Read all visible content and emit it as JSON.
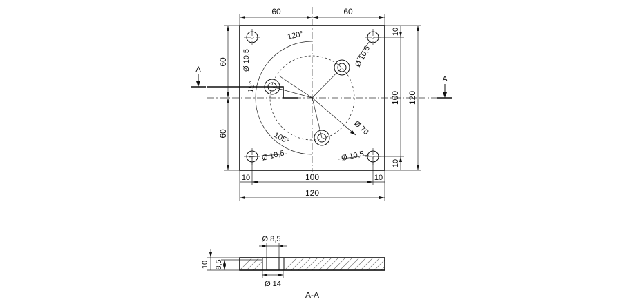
{
  "top_view": {
    "dim_top_left": "60",
    "dim_top_right": "60",
    "dim_left_upper": "60",
    "dim_left_lower": "60",
    "dim_right_top": "10",
    "dim_right_bottom": "10",
    "dim_right_inner": "100",
    "dim_right_outer": "120",
    "dim_bottom_left": "10",
    "dim_bottom_mid": "100",
    "dim_bottom_right": "10",
    "dim_bottom_total": "120",
    "hole_tl": "Ø 10,5",
    "hole_tr": "Ø 10,5",
    "hole_bl": "Ø 10,5",
    "hole_br": "Ø 10,5",
    "angle_120": "120°",
    "angle_15": "15°",
    "angle_105": "105°",
    "pcd": "Ø 70",
    "section_marker_left": "A",
    "section_marker_right": "A"
  },
  "section_view": {
    "dim_d_small": "Ø 8,5",
    "dim_d_large": "Ø 14",
    "dim_thickness": "10",
    "dim_depth": "8,5",
    "title": "A-A"
  }
}
